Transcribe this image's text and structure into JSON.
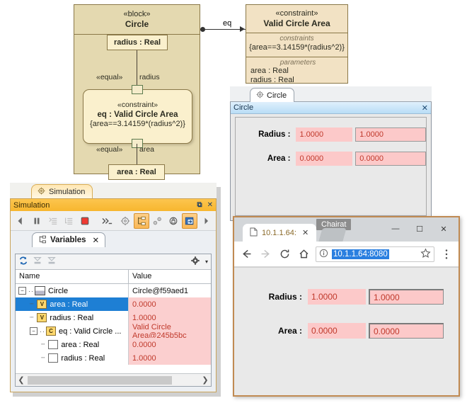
{
  "diagram": {
    "block": {
      "stereotype": "«block»",
      "name": "Circle",
      "property_radius": "radius : Real",
      "property_area": "area : Real",
      "edge_top_stereotype": "«equal»",
      "edge_top_label": "radius",
      "edge_bottom_stereotype": "«equal»",
      "edge_bottom_label": "area",
      "inner_constraint": {
        "stereotype": "«constraint»",
        "name": "eq : Valid Circle Area",
        "equation": "{area==3.14159*(radius^2)}"
      }
    },
    "constraint_block": {
      "stereotype": "«constraint»",
      "name": "Valid Circle Area",
      "constraints_label": "constraints",
      "constraint_expr": "{area==3.14159*(radius^2)}",
      "parameters_label": "parameters",
      "parameters": [
        "area : Real",
        "radius : Real"
      ]
    },
    "connector_label": "eq"
  },
  "circle_window": {
    "tab_label": "Circle",
    "frame_title": "Circle",
    "close_glyph": "✕",
    "fields": [
      {
        "label": "Radius :",
        "value_plain": "1.0000",
        "value_boxed": "1.0000"
      },
      {
        "label": "Area :",
        "value_plain": "0.0000",
        "value_boxed": "0.0000"
      }
    ]
  },
  "simulation": {
    "tab_label": "Simulation",
    "title": "Simulation",
    "maximize_glyph": "⧉",
    "close_glyph": "✕",
    "toolbar": [
      {
        "name": "step-back",
        "glyph": "◀"
      },
      {
        "name": "pause",
        "glyph": "❚❚"
      },
      {
        "name": "step-into",
        "glyph": "⇥"
      },
      {
        "name": "step-over",
        "glyph": "⇲"
      },
      {
        "name": "stop",
        "glyph": "■"
      },
      {
        "name": "console",
        "glyph": "≫_"
      },
      {
        "name": "settings",
        "glyph": "⚙"
      },
      {
        "name": "show-structure",
        "glyph": "⊞"
      },
      {
        "name": "trace",
        "glyph": "∘°"
      },
      {
        "name": "lock",
        "glyph": "🔒"
      },
      {
        "name": "open-ui",
        "glyph": "⇨"
      },
      {
        "name": "expand-right",
        "glyph": "▶"
      }
    ],
    "variables": {
      "tab_label": "Variables",
      "tab_close_glyph": "✕",
      "toolbar": [
        {
          "name": "refresh",
          "glyph": "⟳"
        },
        {
          "name": "collapse-all",
          "glyph": "⊼"
        },
        {
          "name": "expand-all",
          "glyph": "⊻"
        },
        {
          "name": "options-gear",
          "glyph": "⚙"
        },
        {
          "name": "options-dropdown",
          "glyph": "▾"
        }
      ],
      "columns": [
        "Name",
        "Value"
      ],
      "rows": [
        {
          "indent": 0,
          "expander": "−",
          "icon": "block",
          "name": "Circle",
          "value": "Circle@f59aed1",
          "selected": false,
          "pink": false
        },
        {
          "indent": 1,
          "expander": "",
          "icon": "value-v",
          "name": "area : Real",
          "value": "0.0000",
          "selected": true,
          "pink": true
        },
        {
          "indent": 1,
          "expander": "",
          "icon": "value-v",
          "name": "radius : Real",
          "value": "1.0000",
          "selected": false,
          "pink": true
        },
        {
          "indent": 1,
          "expander": "−",
          "icon": "constraint-c",
          "name": "eq : Valid Circle ...",
          "value": "Valid Circle Area@245b5bc",
          "selected": false,
          "pink": true
        },
        {
          "indent": 2,
          "expander": "",
          "icon": "param",
          "name": "area : Real",
          "value": "0.0000",
          "selected": false,
          "pink": true
        },
        {
          "indent": 2,
          "expander": "",
          "icon": "param",
          "name": "radius : Real",
          "value": "1.0000",
          "selected": false,
          "pink": true
        }
      ],
      "scroll_left_glyph": "❮",
      "scroll_right_glyph": "❯"
    }
  },
  "browser": {
    "user_badge": "Chairat",
    "window_controls": {
      "minimize": "—",
      "maximize": "☐",
      "close": "✕"
    },
    "tab": {
      "title": "10.1.1.64:",
      "page_icon": "page-icon",
      "close_glyph": "✕"
    },
    "nav": {
      "back_glyph": "←",
      "forward_glyph": "→",
      "reload_glyph": "⟳",
      "home_glyph": "⌂",
      "info_glyph": "ⓘ",
      "url": "10.1.1.64:8080",
      "bookmark_glyph": "☆",
      "menu_glyph": "⋮"
    },
    "page": {
      "fields": [
        {
          "label": "Radius :",
          "value_plain": "1.0000",
          "value_boxed": "1.0000"
        },
        {
          "label": "Area :",
          "value_plain": "0.0000",
          "value_boxed": "0.0000"
        }
      ]
    }
  },
  "colors": {
    "block_fill": "#e4d9b0",
    "constraint_fill": "#f2e2c4",
    "property_fill": "#faf0cd",
    "pink_field": "#fcc9c9",
    "pink_value_text": "#c0392b",
    "selection_blue": "#1e7fd4",
    "sim_title_orange": "#f7b62e",
    "url_highlight": "#2a7fe0"
  }
}
